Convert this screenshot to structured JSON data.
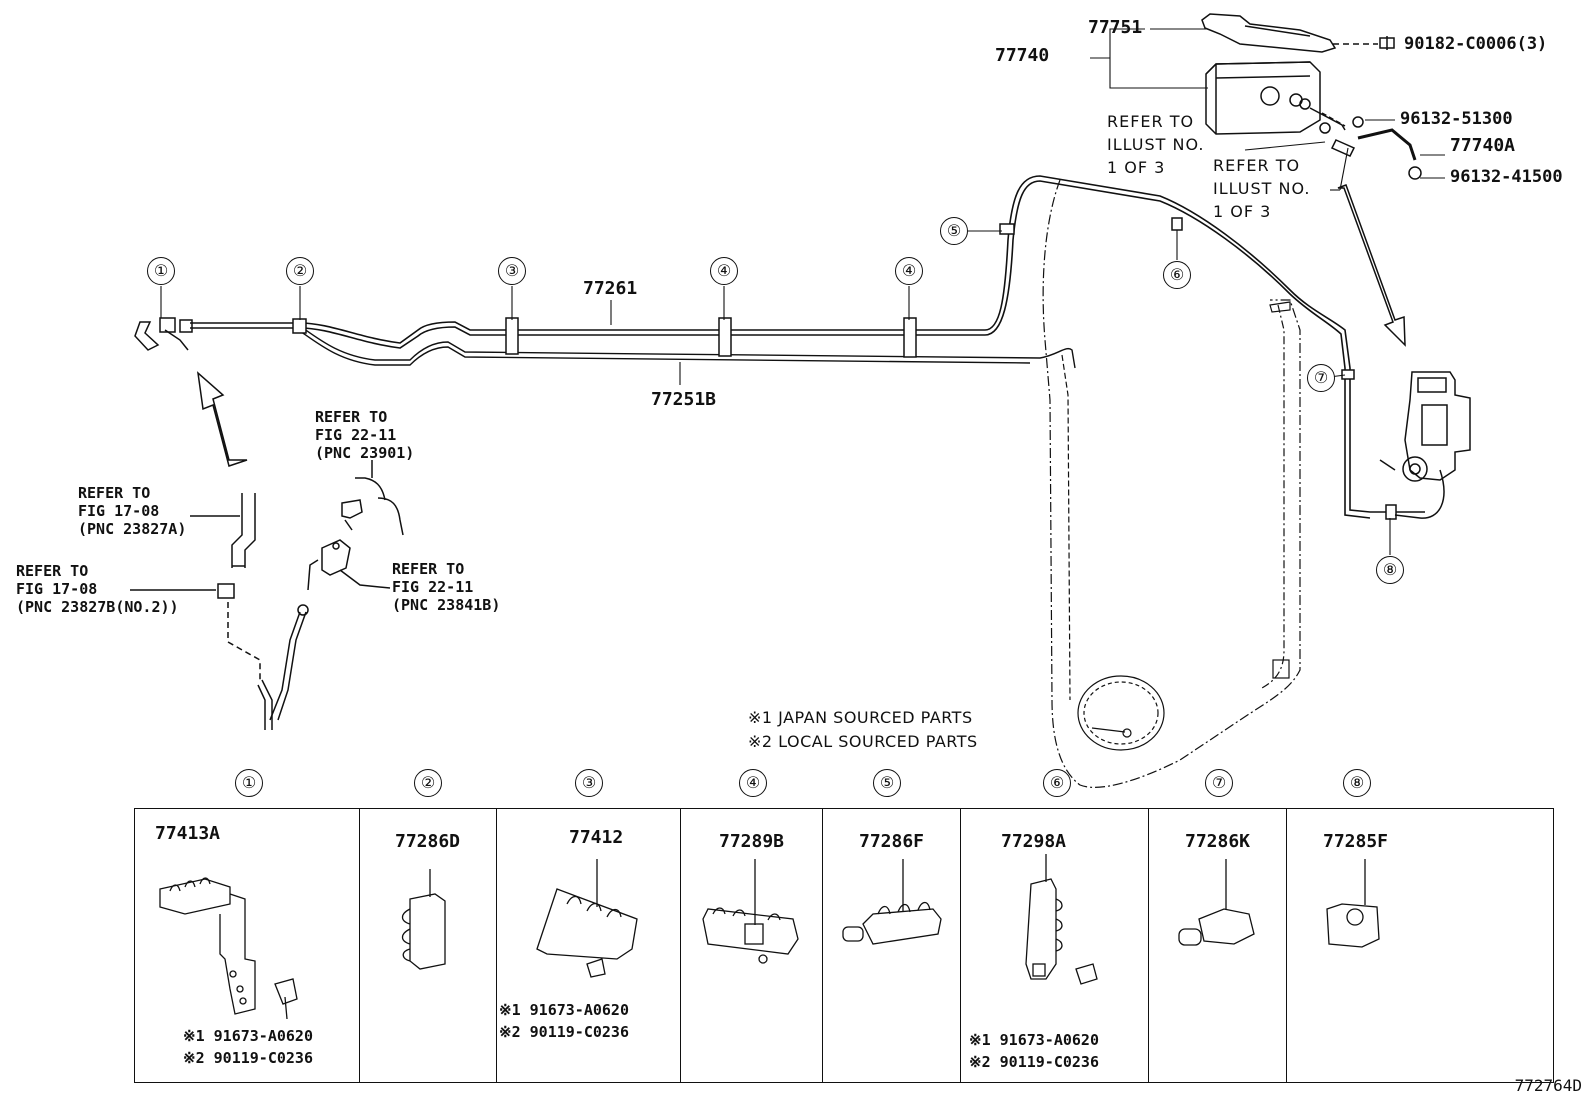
{
  "callouts": {
    "c1": "①",
    "c2": "②",
    "c3": "③",
    "c4a": "④",
    "c4b": "④",
    "c5": "⑤",
    "c6": "⑥",
    "c7": "⑦",
    "c8": "⑧"
  },
  "labels": {
    "p77751": "77751",
    "p77740": "77740",
    "p90182": "90182-C0006(3)",
    "p96132_51300": "96132-51300",
    "p77740A": "77740A",
    "p96132_41500": "96132-41500",
    "p77261": "77261",
    "p77251B": "77251B"
  },
  "refers": {
    "illust1": [
      "REFER TO",
      "ILLUST NO.",
      "1 OF 3"
    ],
    "illust2": [
      "REFER TO",
      "ILLUST NO.",
      "1 OF 3"
    ],
    "fig2211a": [
      "REFER TO",
      "FIG 22-11",
      "(PNC 23901)"
    ],
    "fig1708a": [
      "REFER TO",
      "FIG 17-08",
      "(PNC 23827A)"
    ],
    "fig1708b": [
      "REFER TO",
      "FIG 17-08",
      "(PNC 23827B(NO.2))"
    ],
    "fig2211b": [
      "REFER TO",
      "FIG 22-11",
      "(PNC 23841B)"
    ]
  },
  "notes": {
    "n1": "※1 JAPAN SOURCED PARTS",
    "n2": "※2 LOCAL SOURCED PARTS"
  },
  "table": {
    "columns": [
      {
        "callout": "①",
        "part": "77413A",
        "subs": [
          "※1 91673-A0620",
          "※2 90119-C0236"
        ]
      },
      {
        "callout": "②",
        "part": "77286D",
        "subs": []
      },
      {
        "callout": "③",
        "part": "77412",
        "subs": [
          "※1 91673-A0620",
          "※2 90119-C0236"
        ]
      },
      {
        "callout": "④",
        "part": "77289B",
        "subs": []
      },
      {
        "callout": "⑤",
        "part": "77286F",
        "subs": []
      },
      {
        "callout": "⑥",
        "part": "77298A",
        "subs": [
          "※1 91673-A0620",
          "※2 90119-C0236"
        ]
      },
      {
        "callout": "⑦",
        "part": "77286K",
        "subs": []
      },
      {
        "callout": "⑧",
        "part": "77285F",
        "subs": []
      }
    ]
  },
  "drawing_code": "772764D"
}
